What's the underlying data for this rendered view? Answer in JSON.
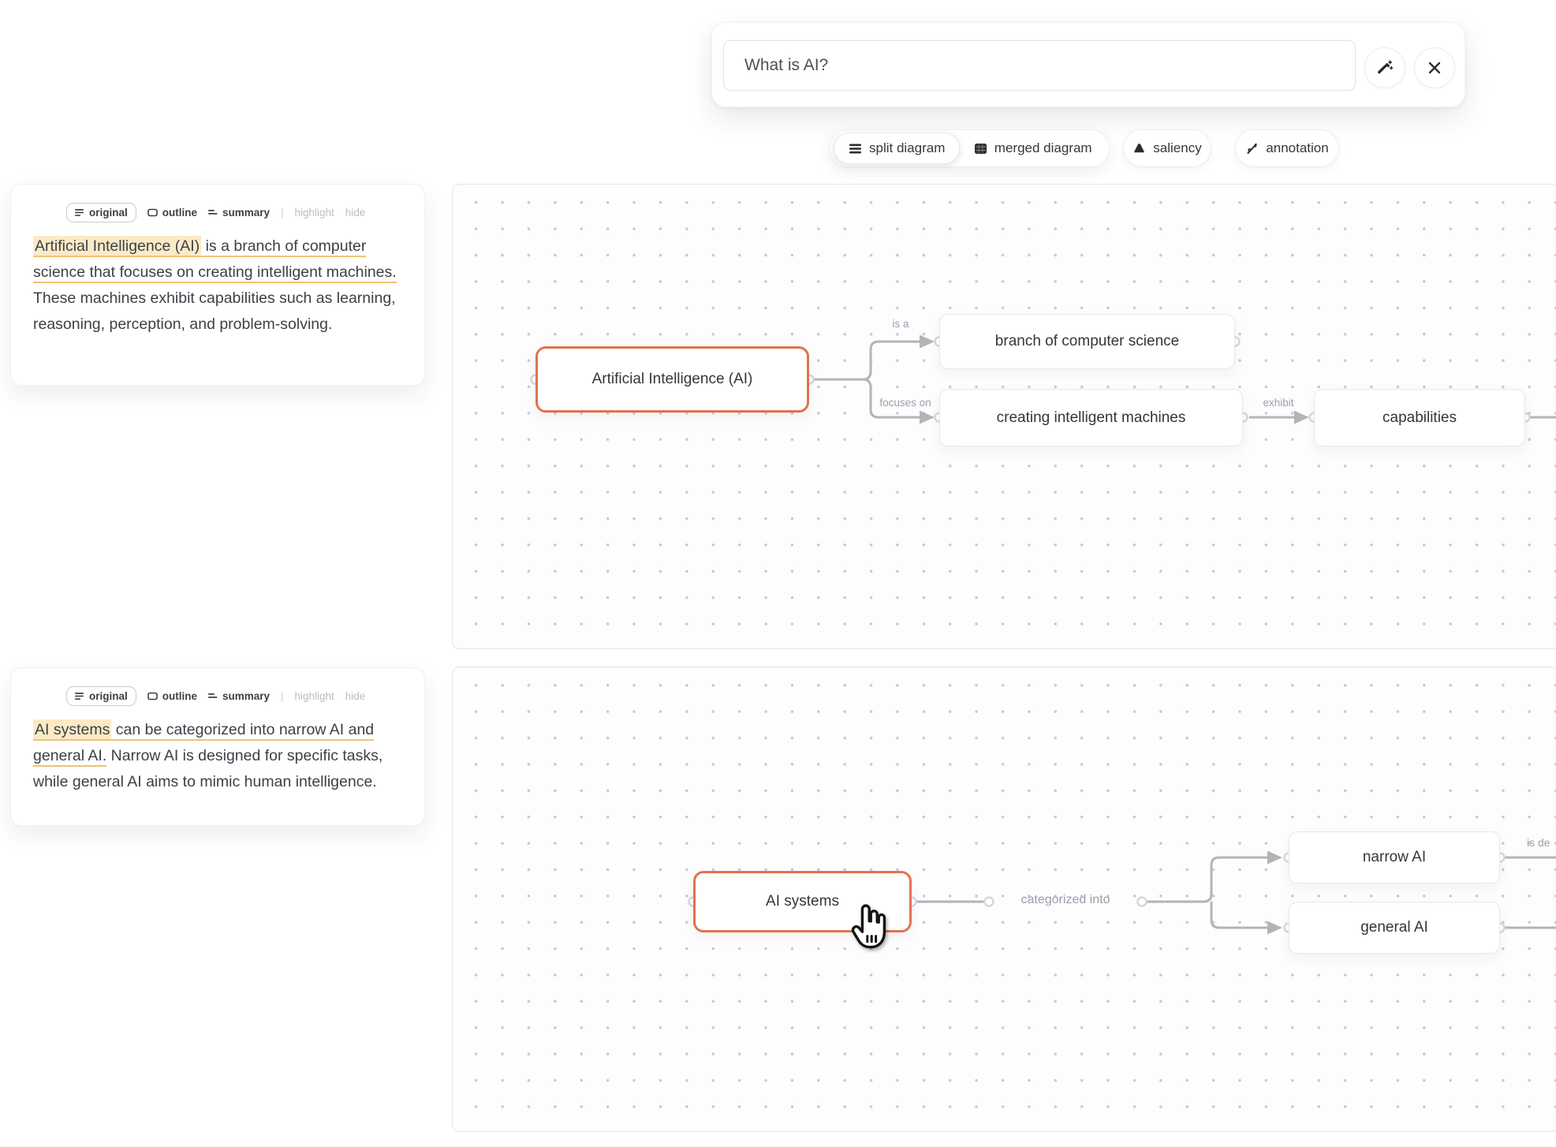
{
  "search": {
    "value": "What is AI?",
    "wand_icon": "magic-wand-icon",
    "close_icon": "close-icon"
  },
  "chips": [
    {
      "label": "split diagram",
      "icon": "rows-icon",
      "selected": true
    },
    {
      "label": "merged diagram",
      "icon": "grid-square-icon",
      "selected": false
    },
    {
      "label": "saliency",
      "icon": "triangle-icon",
      "selected": false
    },
    {
      "label": "annotation",
      "icon": "pen-slash-icon",
      "selected": false
    }
  ],
  "cards": [
    {
      "tabs": [
        {
          "label": "original",
          "icon": "text-lines-icon",
          "active": true
        },
        {
          "label": "outline",
          "icon": "box-outline-icon",
          "active": false
        },
        {
          "label": "summary",
          "icon": "equals-lines-icon",
          "active": false
        }
      ],
      "divider": "|",
      "muted_tabs": [
        {
          "label": "highlight"
        },
        {
          "label": "hide"
        }
      ],
      "segments": [
        {
          "text": "Artificial Intelligence (AI)",
          "style": "highlight"
        },
        {
          "text": " is a branch of computer science that focuses on creating intelligent machines.",
          "style": "underline"
        },
        {
          "text": " These machines exhibit capabilities such as learning, reasoning, perception, and problem-solving.",
          "style": "plain"
        }
      ]
    },
    {
      "tabs": [
        {
          "label": "original",
          "icon": "text-lines-icon",
          "active": true
        },
        {
          "label": "outline",
          "icon": "box-outline-icon",
          "active": false
        },
        {
          "label": "summary",
          "icon": "equals-lines-icon",
          "active": false
        }
      ],
      "divider": "|",
      "muted_tabs": [
        {
          "label": "highlight"
        },
        {
          "label": "hide"
        }
      ],
      "segments": [
        {
          "text": "AI systems",
          "style": "highlight"
        },
        {
          "text": " can be categorized into narrow AI and general AI.",
          "style": "underline"
        },
        {
          "text": " Narrow AI is designed for specific tasks, while general AI aims to mimic human intelligence.",
          "style": "plain"
        }
      ]
    }
  ],
  "diagram1": {
    "nodes": {
      "ai": "Artificial Intelligence (AI)",
      "branch": "branch of computer science",
      "creating": "creating intelligent machines",
      "capabilities": "capabilities"
    },
    "edge_labels": {
      "is_a": "is a",
      "focuses_on": "focuses on",
      "exhibit": "exhibit"
    }
  },
  "diagram2": {
    "nodes": {
      "ai_systems": "AI systems",
      "narrow": "narrow AI",
      "general": "general AI"
    },
    "edge_labels": {
      "categorized_into": "categorized into",
      "is_designed": "is de"
    }
  },
  "colors": {
    "accent": "#e0734d",
    "highlight_bg": "#fceac6",
    "highlight_underline": "#eec273",
    "edge": "#b2b4b8",
    "edge_label": "#9aa0a8",
    "canvas_dot": "#b7cbee"
  }
}
